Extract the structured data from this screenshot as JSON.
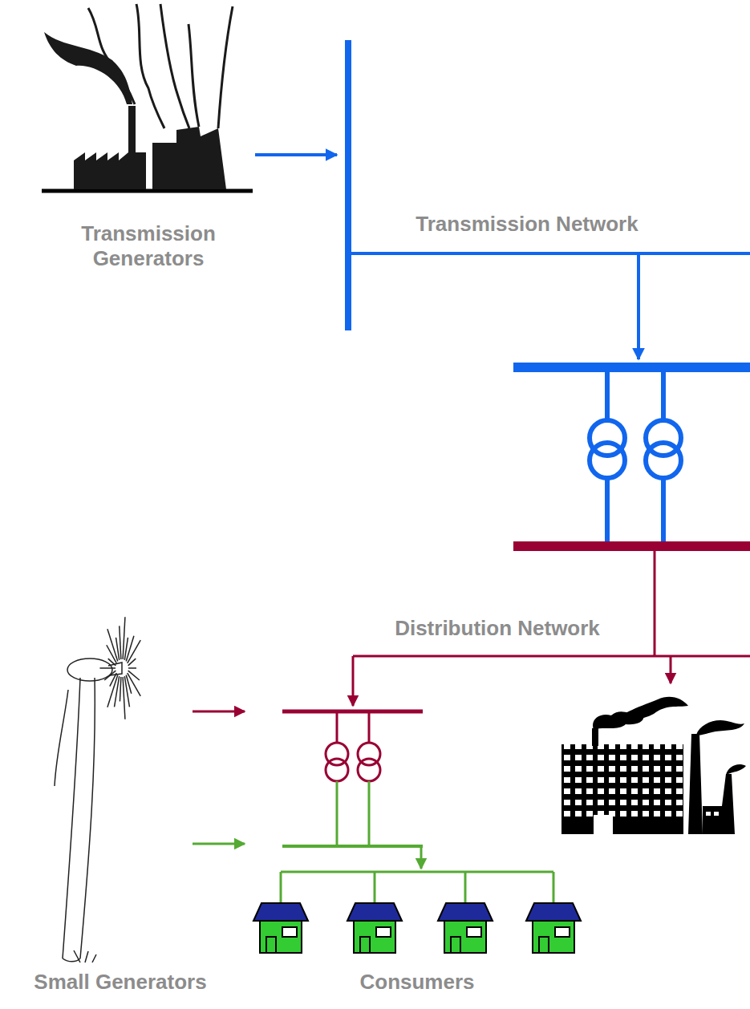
{
  "diagram": {
    "nodes": [
      {
        "text": [
          "Transmission Generators"
        ]
      },
      {
        "text": [
          "Small Generators"
        ]
      },
      {
        "text": [
          "Consumers"
        ]
      }
    ],
    "labels": [
      "Transmission Network",
      "Distribution Network"
    ]
  }
}
